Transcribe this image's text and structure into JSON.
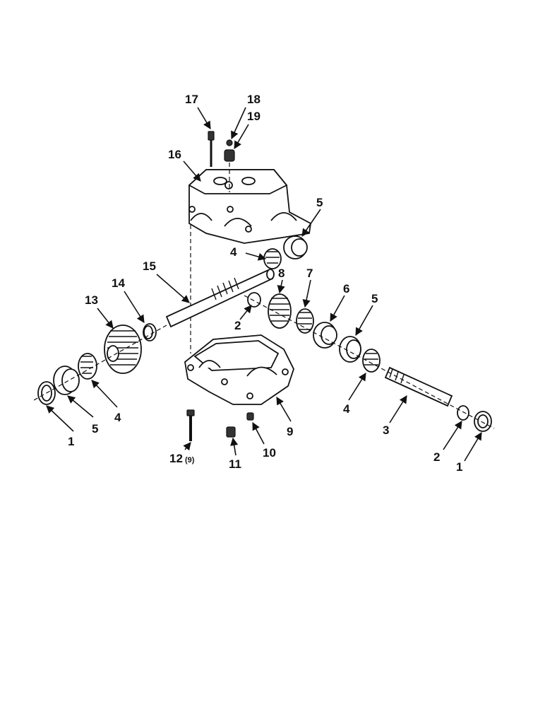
{
  "callouts": {
    "c1_left": "1",
    "c5_left": "5",
    "c4_left": "4",
    "c13": "13",
    "c14": "14",
    "c15": "15",
    "c4_mid": "4",
    "c5_top": "5",
    "c16": "16",
    "c17": "17",
    "c18": "18",
    "c19": "19",
    "c8": "8",
    "c2_mid": "2",
    "c7": "7",
    "c6": "6",
    "c5_right": "5",
    "c4_right": "4",
    "c3": "3",
    "c2_right": "2",
    "c1_right": "1",
    "c9": "9",
    "c10": "10",
    "c11": "11",
    "c12": "12",
    "c12_note": "(9)"
  }
}
